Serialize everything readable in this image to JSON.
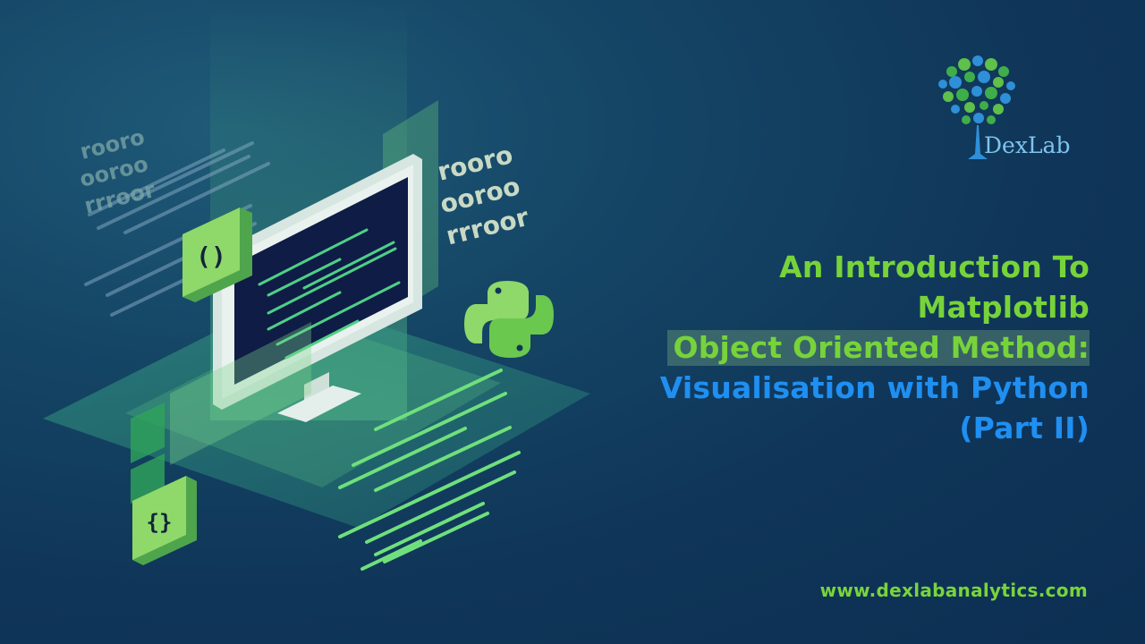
{
  "title": {
    "line1": "An Introduction To",
    "line2": "Matplotlib",
    "line3": "Object Oriented Method:",
    "line4": "Visualisation with Python",
    "line5": "(Part II)"
  },
  "website": "www.dexlabanalytics.com",
  "brand": {
    "name": "DexLab"
  },
  "illustration": {
    "binary_left": [
      "rooro",
      "ooroo",
      "rrroor"
    ],
    "binary_right": [
      "rooro",
      "ooroo",
      "rrroor"
    ],
    "paren_box": "()",
    "brace_box": "{}",
    "icons": [
      "monitor-icon",
      "python-logo-icon",
      "tree-logo-icon"
    ]
  },
  "colors": {
    "background": "#0f3558",
    "accent_green": "#77d33a",
    "accent_blue": "#1f8ff2"
  }
}
